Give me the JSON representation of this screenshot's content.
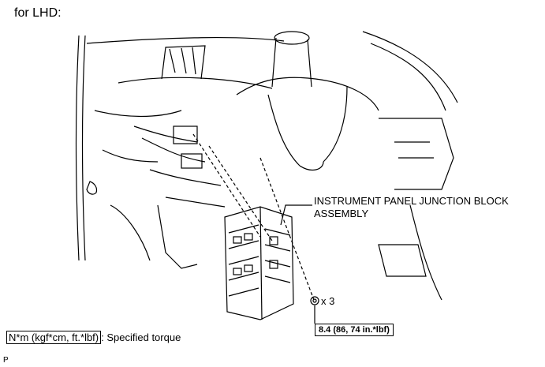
{
  "heading": "for LHD:",
  "callout": {
    "line1": "INSTRUMENT PANEL JUNCTION BLOCK",
    "line2": "ASSEMBLY"
  },
  "nut_quantity": "x 3",
  "torque_value": "8.4 (86, 74 in.*lbf)",
  "legend": {
    "key": "N*m (kgf*cm, ft.*lbf)",
    "description": ": Specified torque"
  },
  "footer_code": "P"
}
